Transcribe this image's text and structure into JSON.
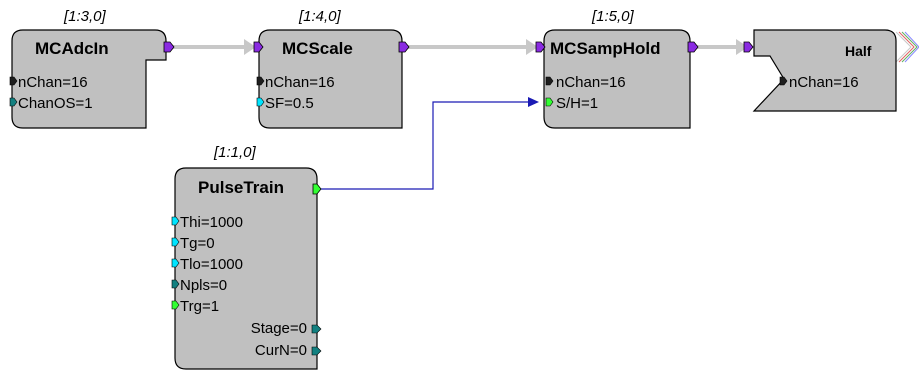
{
  "blocks": {
    "adc": {
      "id": "[1:3,0]",
      "title": "MCAdcIn",
      "params": [
        "nChan=16",
        "ChanOS=1"
      ]
    },
    "scale": {
      "id": "[1:4,0]",
      "title": "MCScale",
      "params": [
        "nChan=16",
        "SF=0.5"
      ]
    },
    "samp": {
      "id": "[1:5,0]",
      "title": "MCSampHold",
      "params": [
        "nChan=16",
        "S/H=1"
      ]
    },
    "half": {
      "title": "Half",
      "params": [
        "nChan=16"
      ]
    },
    "pulse": {
      "id": "[1:1,0]",
      "title": "PulseTrain",
      "params": [
        "Thi=1000",
        "Tg=0",
        "Tlo=1000",
        "Npls=0",
        "Trg=1"
      ],
      "outputs": [
        "Stage=0",
        "CurN=0"
      ]
    }
  },
  "colors": {
    "block_fill": "#c0c0c0",
    "mc_port": "#8a2be2",
    "int_port": "#1e1e1e",
    "float_port": "#00e5ff",
    "intdark_port": "#128080",
    "logic_port": "#33ff33",
    "mc_wire": "#c8c8c8",
    "logic_wire": "#1a1ab4"
  }
}
